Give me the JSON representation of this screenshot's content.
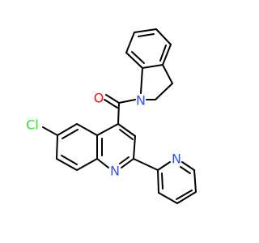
{
  "molecule": {
    "atoms": [
      {
        "id": "O1",
        "label": "O",
        "color": "#ff0d0d"
      },
      {
        "id": "N1",
        "label": "N",
        "color": "#3050f8"
      },
      {
        "id": "Cl1",
        "label": "Cl",
        "color": "#1ff01f"
      },
      {
        "id": "N2",
        "label": "N",
        "color": "#3050f8"
      },
      {
        "id": "N3",
        "label": "N",
        "color": "#3050f8"
      }
    ],
    "bond_color": "#000000",
    "background": "#ffffff"
  }
}
